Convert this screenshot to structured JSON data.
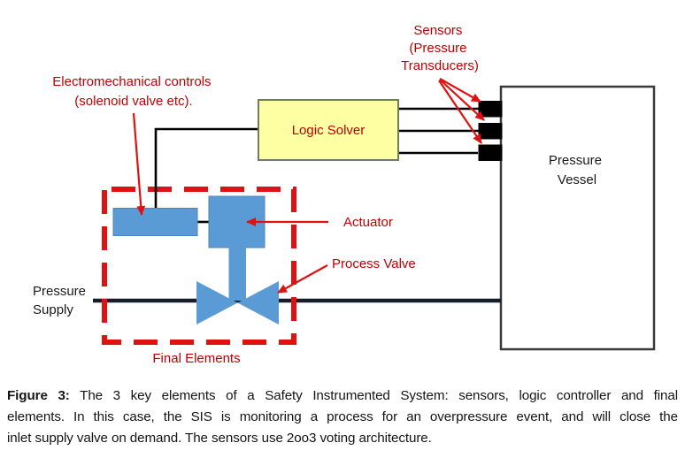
{
  "diagram": {
    "labels": {
      "sensors": [
        "Sensors",
        "(Pressure",
        "Transducers)"
      ],
      "electromechanical": [
        "Electromechanical controls",
        "(solenoid valve etc)."
      ],
      "logic_solver": "Logic Solver",
      "pressure_vessel": [
        "Pressure",
        "Vessel"
      ],
      "actuator": "Actuator",
      "process_valve": "Process Valve",
      "pressure_supply": [
        "Pressure",
        "Supply"
      ],
      "final_elements": "Final Elements"
    },
    "colors": {
      "label_red": "#C00000",
      "arrow_dash_red": "#DE1212",
      "shape_blue": "#5B9BD5",
      "logic_solver_fill": "#FEFEA2",
      "logic_solver_border": "#6F7C62",
      "vessel_border": "#3A3A3A",
      "supply_line": "#161D2B",
      "sensor_block": "#000000"
    },
    "sensor_count": "3",
    "voting_architecture": "2oo3"
  },
  "caption": {
    "label": "Figure 3:",
    "line1": " The 3 key elements of a Safety Instrumented System: sensors, logic controller and final",
    "line2": "elements.  In this case, the SIS is monitoring a process for an overpressure event, and will close the",
    "line3": "inlet supply valve on demand.  The sensors use 2oo3 voting architecture."
  }
}
